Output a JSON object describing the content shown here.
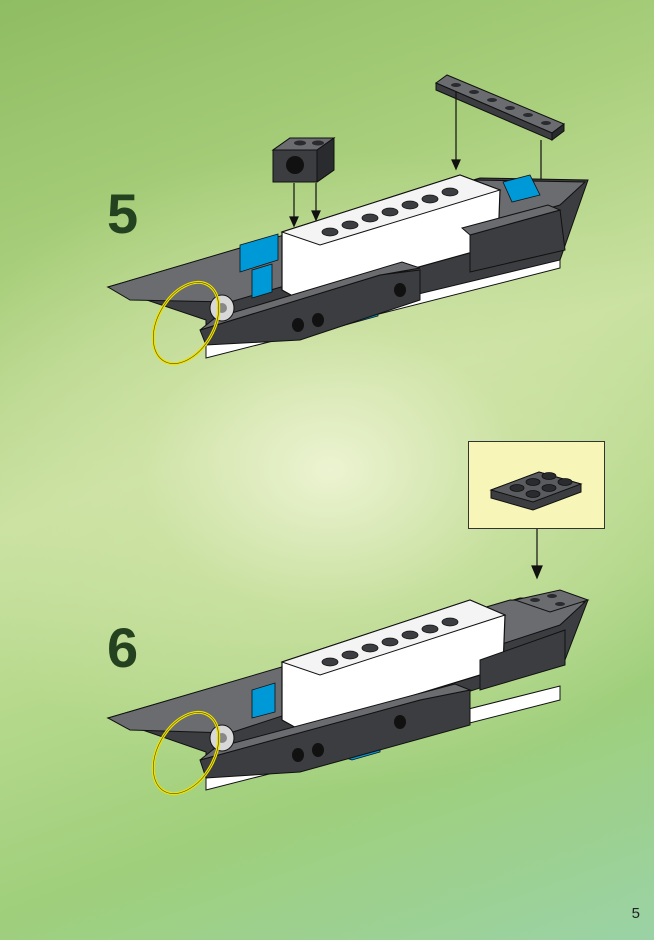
{
  "steps": [
    {
      "number": "5"
    },
    {
      "number": "6"
    }
  ],
  "page_number": "5",
  "colors": {
    "brick_dark_gray": "#3c3d40",
    "brick_light_gray": "#6b6c70",
    "brick_white": "#ffffff",
    "brick_blue": "#0099d8",
    "ring_yellow": "#f0e200",
    "callout_bg": "#f7f5b8",
    "step_number": "#24421f"
  },
  "icons": [
    "arrow-down-icon",
    "lego-plate-2x3-icon",
    "yellow-ring-icon"
  ]
}
